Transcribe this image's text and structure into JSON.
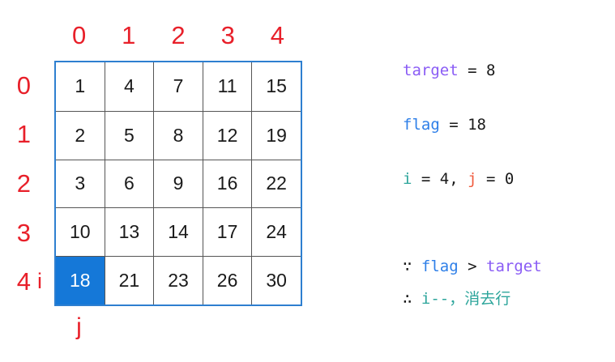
{
  "figure": {
    "column_indices": [
      "0",
      "1",
      "2",
      "3",
      "4"
    ],
    "row_indices": [
      "0",
      "1",
      "2",
      "3",
      "4"
    ],
    "row_pointer_marks": [
      "",
      "",
      "",
      "",
      "i"
    ],
    "column_pointer_label": "j",
    "matrix": [
      [
        "1",
        "4",
        "7",
        "11",
        "15"
      ],
      [
        "2",
        "5",
        "8",
        "12",
        "19"
      ],
      [
        "3",
        "6",
        "9",
        "16",
        "22"
      ],
      [
        "10",
        "13",
        "14",
        "17",
        "24"
      ],
      [
        "18",
        "21",
        "23",
        "26",
        "30"
      ]
    ],
    "highlight": {
      "row": 4,
      "col": 0,
      "value": "18"
    },
    "colors": {
      "index_label": "#e8202a",
      "grid_outer_border": "#2e7fd0",
      "grid_inner_line": "#555555",
      "highlight_fill": "#1578d8",
      "highlight_text": "#ffffff",
      "cell_text": "#1a1a1a"
    }
  },
  "annotations": {
    "line1": {
      "var": "target",
      "eq": " = ",
      "value": "8"
    },
    "line2": {
      "var": "flag",
      "eq": " = ",
      "value": "18"
    },
    "line3": {
      "var_i": "i",
      "eq_i": " = ",
      "value_i": "4",
      "comma": ", ",
      "var_j": "j",
      "eq_j": " = ",
      "value_j": "0"
    },
    "line4": {
      "symbol": "∵",
      "space": " ",
      "left": "flag",
      "op": " > ",
      "right": "target"
    },
    "line5": {
      "symbol": "∴",
      "space": " ",
      "code": "i--",
      "comma": "，",
      "note": "消去行"
    },
    "colors": {
      "target": "#8a5cf5",
      "flag": "#2e7fe8",
      "i": "#2ca59b",
      "j": "#f05a3c",
      "plain": "#1a1a1a"
    }
  }
}
